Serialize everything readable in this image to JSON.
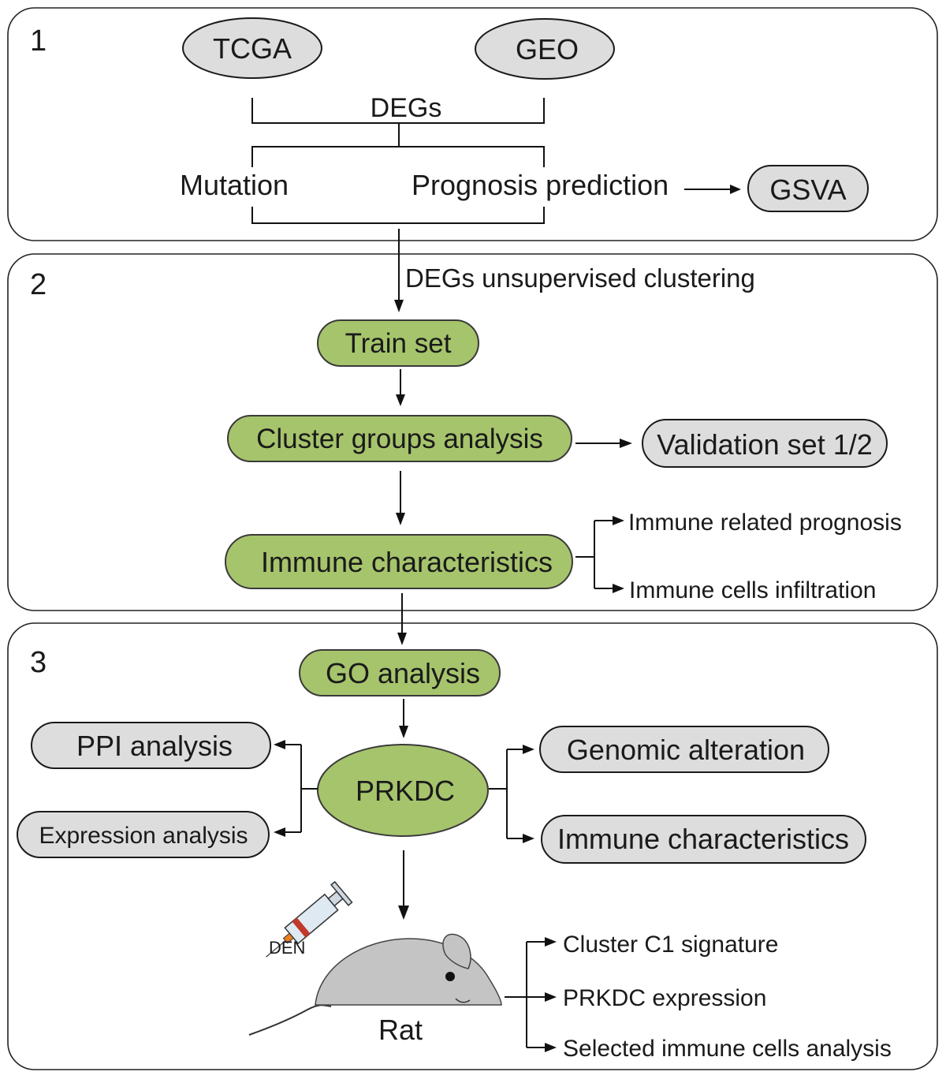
{
  "panels": [
    {
      "number": "1"
    },
    {
      "number": "2"
    },
    {
      "number": "3"
    }
  ],
  "section1": {
    "tcga": "TCGA",
    "geo": "GEO",
    "degs": "DEGs",
    "mutation": "Mutation",
    "prognosis": "Prognosis prediction",
    "gsva": "GSVA"
  },
  "section2": {
    "clustering_label": "DEGs unsupervised clustering",
    "train_set": "Train set",
    "cluster_groups": "Cluster groups analysis",
    "validation_set": "Validation set 1/2",
    "immune_characteristics": "Immune characteristics",
    "immune_prognosis": "Immune related prognosis",
    "immune_infiltration": "Immune cells infiltration"
  },
  "section3": {
    "go_analysis": "GO analysis",
    "ppi_analysis": "PPI analysis",
    "expression_analysis": "Expression analysis",
    "prkdc": "PRKDC",
    "genomic_alteration": "Genomic alteration",
    "immune_characteristics": "Immune characteristics",
    "den": "DEN",
    "rat": "Rat",
    "cluster_c1": "Cluster C1 signature",
    "prkdc_expression": "PRKDC expression",
    "selected_immune": "Selected immune cells analysis"
  },
  "colors": {
    "green_node": "#a6c46c",
    "grey_node": "#dddddd",
    "rat": "#c4c4c4"
  }
}
